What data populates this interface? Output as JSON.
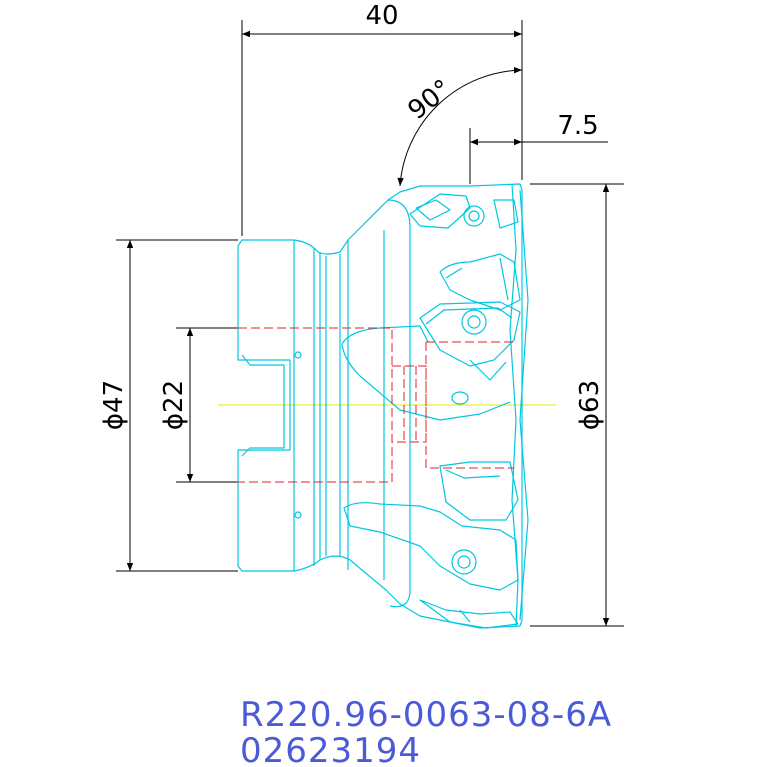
{
  "dimensions": {
    "overall_length": "40",
    "angle": "90°",
    "cutting_depth": "7.5",
    "diameter_cutter": "ϕ63",
    "diameter_body": "ϕ47",
    "diameter_bore": "ϕ22"
  },
  "part": {
    "designation": "R220.96-0063-08-6A",
    "item_number": "02623194"
  },
  "colors": {
    "outline": "#00c8e0",
    "hidden_lines": "#e0202a",
    "center_line": "#e8e800",
    "dimension": "#000000",
    "label_text": "#4a5ad8"
  }
}
